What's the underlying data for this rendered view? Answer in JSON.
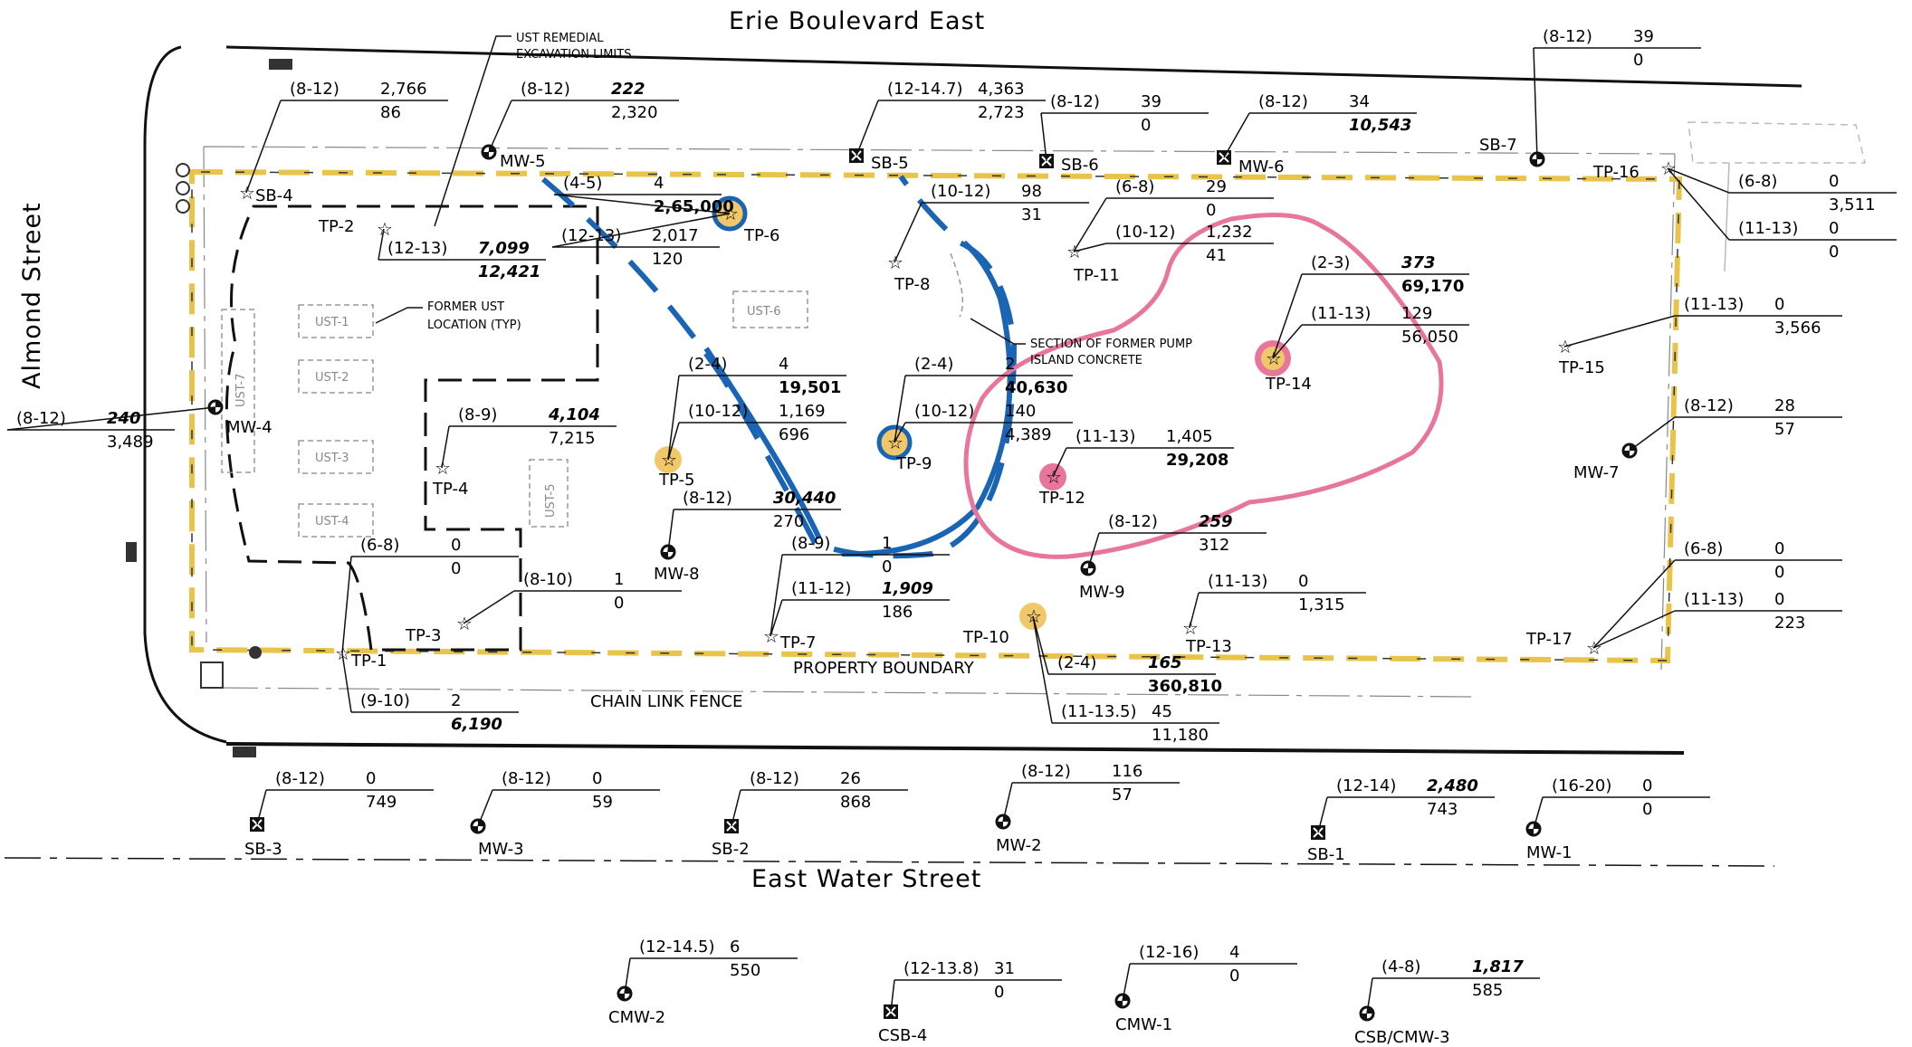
{
  "streets": {
    "north": "Erie Boulevard East",
    "south": "East Water Street",
    "west": "Almond Street"
  },
  "callouts": {
    "ust_limits": [
      "UST REMEDIAL",
      "EXCAVATION LIMITS"
    ],
    "former_ust": [
      "FORMER UST",
      "LOCATION (TYP)"
    ],
    "pump_island": [
      "SECTION OF FORMER PUMP",
      "ISLAND CONCRETE"
    ],
    "property_boundary": "PROPERTY BOUNDARY",
    "fence": "CHAIN LINK FENCE"
  },
  "ust_boxes": [
    "UST-1",
    "UST-2",
    "UST-3",
    "UST-4",
    "UST-5",
    "UST-6",
    "UST-7"
  ],
  "points": [
    {
      "id": "SB-4",
      "type": "tp",
      "d": [
        "(8-12)",
        "2,766",
        "86"
      ]
    },
    {
      "id": "MW-5",
      "type": "mw",
      "d": [
        "(8-12)",
        "222",
        "2,320"
      ]
    },
    {
      "id": "SB-5",
      "type": "sb",
      "d": [
        "(12-14.7)",
        "4,363",
        "2,723"
      ]
    },
    {
      "id": "SB-6",
      "type": "sb",
      "d": [
        "(8-12)",
        "39",
        "0"
      ]
    },
    {
      "id": "MW-6",
      "type": "sb",
      "d": [
        "(8-12)",
        "34",
        "10,543"
      ]
    },
    {
      "id": "SB-7",
      "type": "mw",
      "d": [
        "(8-12)",
        "39",
        "0"
      ]
    },
    {
      "id": "TP-16",
      "type": "tp",
      "d": [
        "(6-8)",
        "0",
        "3,511",
        "(11-13)",
        "0",
        "0"
      ]
    },
    {
      "id": "TP-2",
      "type": "tp",
      "d": [
        "(12-13)",
        "7,099",
        "12,421"
      ]
    },
    {
      "id": "TP-6",
      "type": "tp",
      "d": [
        "(4-5)",
        "4",
        "2,65,000",
        "(12-13)",
        "2,017",
        "120"
      ]
    },
    {
      "id": "TP-8",
      "type": "tp",
      "d": [
        "(10-12)",
        "98",
        "31"
      ]
    },
    {
      "id": "TP-11",
      "type": "tp",
      "d": [
        "(6-8)",
        "29",
        "0",
        "(10-12)",
        "1,232",
        "41"
      ]
    },
    {
      "id": "TP-14",
      "type": "tp",
      "d": [
        "(2-3)",
        "373",
        "69,170",
        "(11-13)",
        "129",
        "56,050"
      ]
    },
    {
      "id": "TP-15",
      "type": "tp",
      "d": [
        "(11-13)",
        "0",
        "3,566"
      ]
    },
    {
      "id": "MW-4",
      "type": "mw",
      "d": [
        "(8-12)",
        "240",
        "3,489"
      ]
    },
    {
      "id": "TP-5",
      "type": "tp",
      "d": [
        "(2-4)",
        "4",
        "19,501",
        "(10-12)",
        "1,169",
        "696"
      ]
    },
    {
      "id": "TP-9",
      "type": "tp",
      "d": [
        "(2-4)",
        "2",
        "40,630",
        "(10-12)",
        "140",
        "4,389"
      ]
    },
    {
      "id": "TP-4",
      "type": "tp",
      "d": [
        "(8-9)",
        "4,104",
        "7,215"
      ]
    },
    {
      "id": "TP-12",
      "type": "tp",
      "d": [
        "(11-13)",
        "1,405",
        "29,208"
      ]
    },
    {
      "id": "MW-7",
      "type": "mw",
      "d": [
        "(8-12)",
        "28",
        "57"
      ]
    },
    {
      "id": "MW-8",
      "type": "mw",
      "d": [
        "(8-12)",
        "30,440",
        "270"
      ]
    },
    {
      "id": "MW-9",
      "type": "mw",
      "d": [
        "(8-12)",
        "259",
        "312"
      ]
    },
    {
      "id": "TP-1",
      "type": "tp",
      "d": [
        "(6-8)",
        "0",
        "0",
        "(9-10)",
        "2",
        "6,190"
      ]
    },
    {
      "id": "TP-3",
      "type": "tp",
      "d": [
        "(8-10)",
        "1",
        "0"
      ]
    },
    {
      "id": "TP-7",
      "type": "tp",
      "d": [
        "(8-9)",
        "1",
        "0",
        "(11-12)",
        "1,909",
        "186"
      ]
    },
    {
      "id": "TP-10",
      "type": "tp",
      "d": [
        "(2-4)",
        "165",
        "360,810",
        "(11-13.5)",
        "45",
        "11,180"
      ]
    },
    {
      "id": "TP-13",
      "type": "tp",
      "d": [
        "(11-13)",
        "0",
        "1,315"
      ]
    },
    {
      "id": "TP-17",
      "type": "tp",
      "d": [
        "(6-8)",
        "0",
        "0",
        "(11-13)",
        "0",
        "223"
      ]
    },
    {
      "id": "SB-3",
      "type": "sb",
      "d": [
        "(8-12)",
        "0",
        "749"
      ]
    },
    {
      "id": "MW-3",
      "type": "mw",
      "d": [
        "(8-12)",
        "0",
        "59"
      ]
    },
    {
      "id": "SB-2",
      "type": "sb",
      "d": [
        "(8-12)",
        "26",
        "868"
      ]
    },
    {
      "id": "MW-2",
      "type": "mw",
      "d": [
        "(8-12)",
        "116",
        "57"
      ]
    },
    {
      "id": "SB-1",
      "type": "sb",
      "d": [
        "(12-14)",
        "2,480",
        "743"
      ]
    },
    {
      "id": "MW-1",
      "type": "mw",
      "d": [
        "(16-20)",
        "0",
        "0"
      ]
    },
    {
      "id": "CMW-2",
      "type": "mw",
      "d": [
        "(12-14.5)",
        "6",
        "550"
      ]
    },
    {
      "id": "CSB-4",
      "type": "sb",
      "d": [
        "(12-13.8)",
        "31",
        "0"
      ]
    },
    {
      "id": "CMW-1",
      "type": "mw",
      "d": [
        "(12-16)",
        "4",
        "0"
      ]
    },
    {
      "id": "CSB/CMW-3",
      "type": "mw",
      "d": [
        "(4-8)",
        "1,817",
        "585"
      ]
    }
  ],
  "colors": {
    "boundary": "#e8c44a",
    "blue_contour": "#1a64b4",
    "pink_contour": "#e8769a",
    "linework": "#111111",
    "ust_grey": "#999999"
  }
}
